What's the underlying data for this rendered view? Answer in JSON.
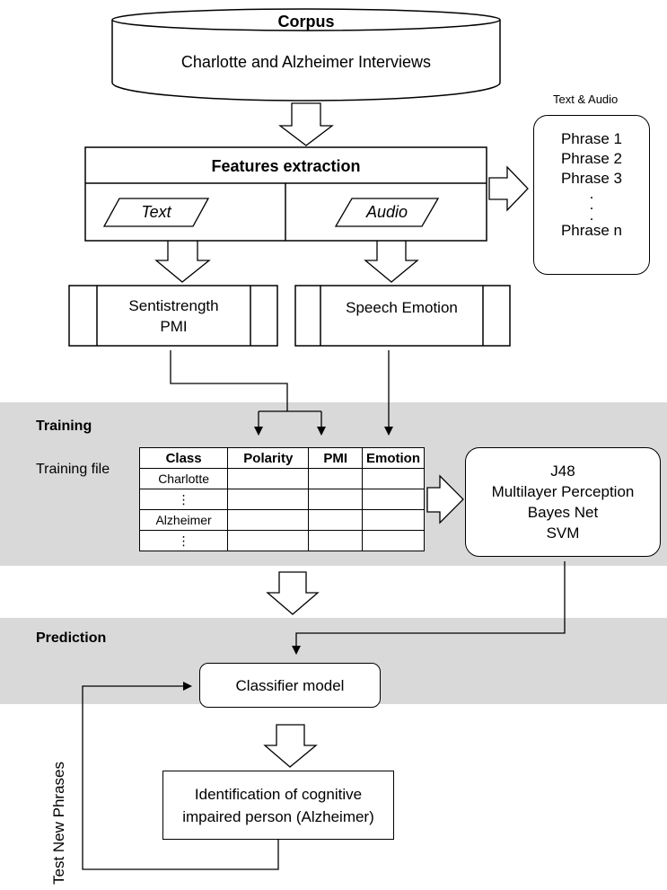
{
  "corpus": {
    "title": "Corpus",
    "subtitle": "Charlotte and Alzheimer Interviews"
  },
  "features": {
    "title": "Features extraction",
    "text": "Text",
    "audio": "Audio"
  },
  "phrases": {
    "heading": "Text & Audio",
    "items": [
      "Phrase 1",
      "Phrase 2",
      "Phrase 3",
      ".",
      ".",
      ".",
      "Phrase n"
    ]
  },
  "sentistrength": {
    "line1": "Sentistrength",
    "line2": "PMI"
  },
  "speech_emotion": "Speech Emotion",
  "training": {
    "label": "Training",
    "file_label": "Training file",
    "columns": [
      "Class",
      "Polarity",
      "PMI",
      "Emotion"
    ],
    "rows": [
      "Charlotte",
      "⋮",
      "Alzheimer",
      "⋮"
    ]
  },
  "classifiers": [
    "J48",
    "Multilayer Perception",
    "Bayes Net",
    "SVM"
  ],
  "prediction": {
    "label": "Prediction",
    "model": "Classifier model"
  },
  "identification": {
    "line1": "Identification of cognitive",
    "line2": "impaired person (Alzheimer)"
  },
  "test_label": "Test New Phrases"
}
